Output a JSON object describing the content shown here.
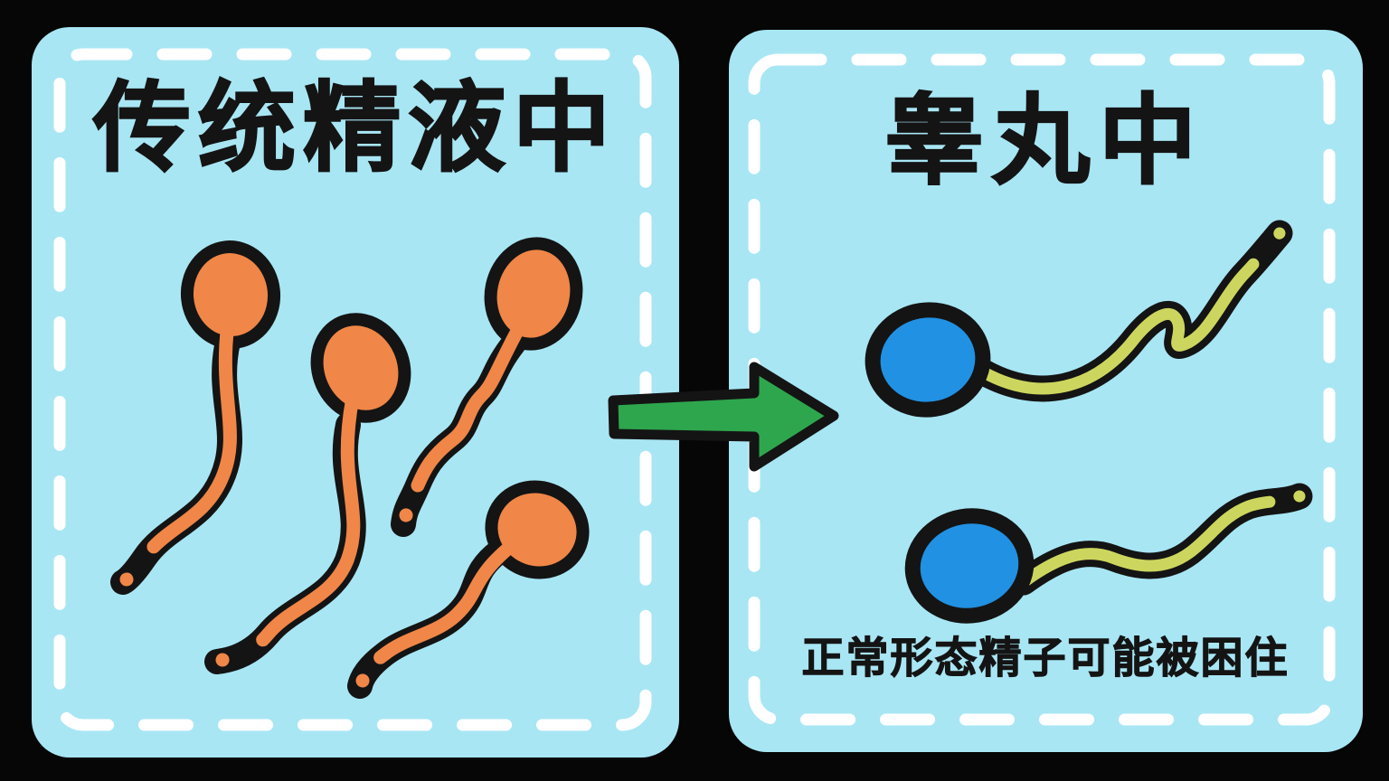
{
  "scene": {
    "description": "Cartoon comparison infographic with two rounded light-blue panels on black background, linked by a green right arrow",
    "background_color": "#060606",
    "panel_color": "#a8e6f4",
    "outline_color": "#141414",
    "dashed_border_color": "#ffffff"
  },
  "left_panel": {
    "title": "传统精液中",
    "sperm_count": 4,
    "sperm_style": "orange cartoon sperm with black outline, heads up, wavy tails down",
    "sperm_head_color": "#f08647",
    "sperm_tail_color": "#f08647"
  },
  "arrow": {
    "direction": "right",
    "color": "#2ea64e"
  },
  "right_panel": {
    "title": "睾丸中",
    "caption": "正常形态精子可能被困住",
    "sperm_count": 2,
    "sperm_style": "blue-headed cartoon sperm with yellow-green wavy tails pointing right",
    "sperm_head_color": "#2191e3",
    "sperm_tail_color": "#ccd65e"
  }
}
